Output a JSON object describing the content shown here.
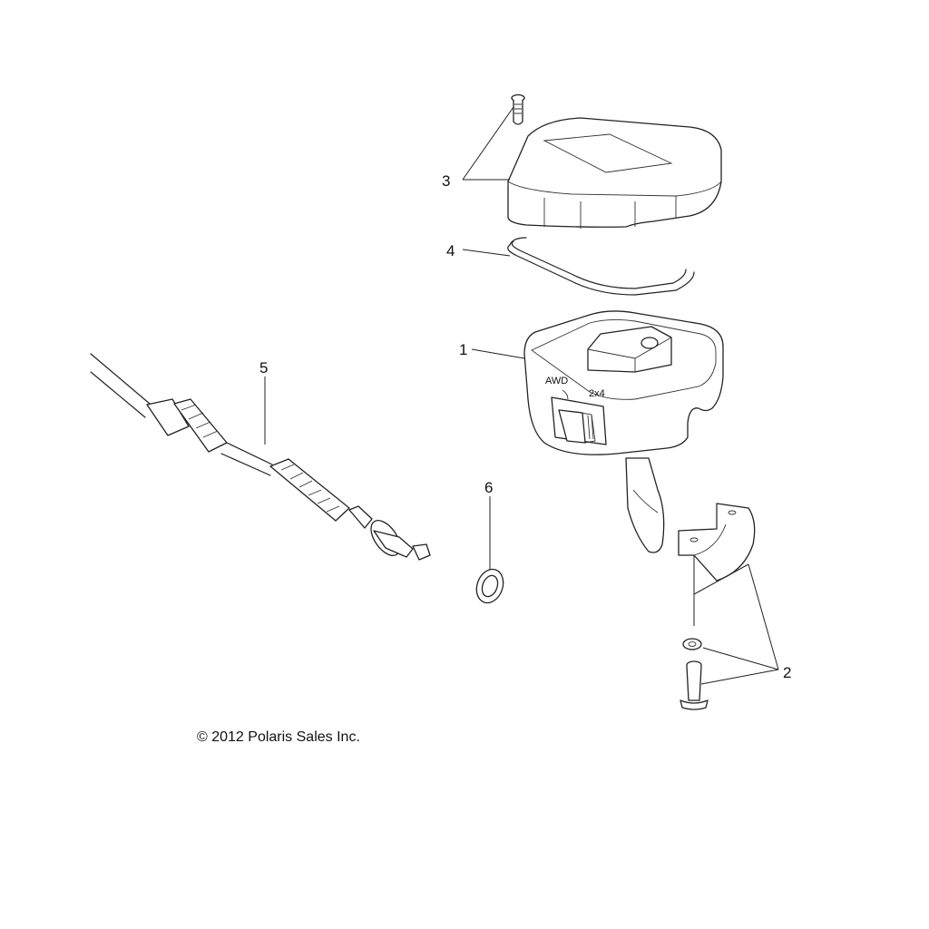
{
  "callouts": [
    {
      "id": "1",
      "label": "1"
    },
    {
      "id": "2",
      "label": "2"
    },
    {
      "id": "3",
      "label": "3"
    },
    {
      "id": "4",
      "label": "4"
    },
    {
      "id": "5",
      "label": "5"
    },
    {
      "id": "6",
      "label": "6"
    }
  ],
  "switch_markings": {
    "awd": "AWD",
    "four_wd": "2x4"
  },
  "copyright": "© 2012 Polaris Sales Inc."
}
